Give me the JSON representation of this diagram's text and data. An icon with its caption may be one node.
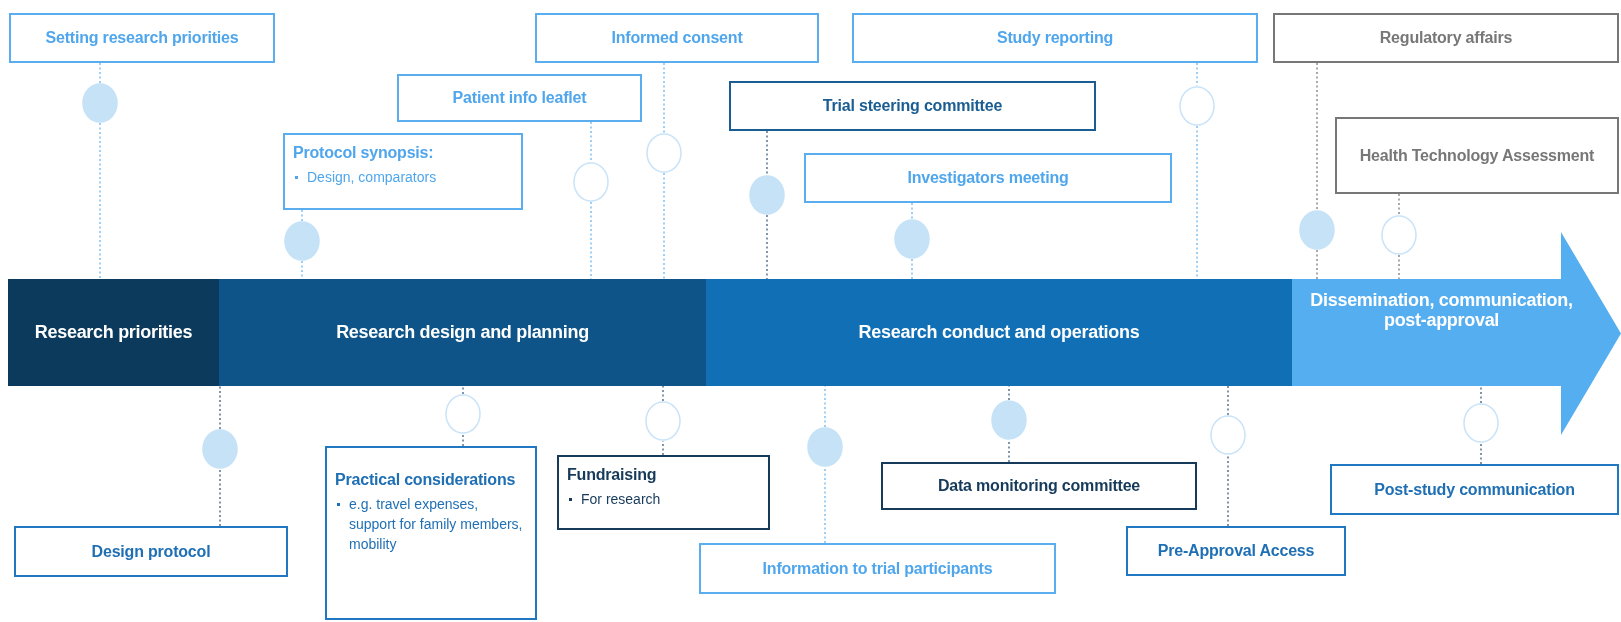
{
  "diagram": {
    "nodes": [
      {
        "text": [
          "Setting research priorities"
        ]
      },
      {
        "text": [],
        "shape": "circle"
      },
      {
        "text": [
          "Protocol synopsis:",
          "Design, comparators"
        ]
      },
      {
        "text": [],
        "shape": "circle"
      },
      {
        "text": [
          "Patient info leaflet"
        ]
      },
      {
        "text": [],
        "shape": "circle"
      },
      {
        "text": [
          "Informed consent"
        ]
      },
      {
        "text": [],
        "shape": "circle"
      },
      {
        "text": [
          "Trial steering committee"
        ]
      },
      {
        "text": [],
        "shape": "circle"
      },
      {
        "text": [
          "Investigators meeting"
        ]
      },
      {
        "text": [],
        "shape": "circle"
      },
      {
        "text": [
          "Study reporting"
        ]
      },
      {
        "text": [],
        "shape": "circle"
      },
      {
        "text": [
          "Regulatory affairs"
        ]
      },
      {
        "text": [],
        "shape": "circle"
      },
      {
        "text": [
          "Health Technology Assessment"
        ]
      },
      {
        "text": [],
        "shape": "circle"
      },
      {
        "text": [
          "Research priorities"
        ]
      },
      {
        "text": [
          "Research design and planning"
        ]
      },
      {
        "text": [
          "Research conduct and operations"
        ]
      },
      {
        "text": [
          "Dissemination, communication, post-approval"
        ]
      },
      {
        "text": [
          "Design protocol"
        ]
      },
      {
        "text": [],
        "shape": "circle"
      },
      {
        "text": [
          "Practical considerations",
          "e.g. travel expenses, support for family members, mobility"
        ]
      },
      {
        "text": [],
        "shape": "circle"
      },
      {
        "text": [
          "Fundraising",
          "For research"
        ]
      },
      {
        "text": [],
        "shape": "circle"
      },
      {
        "text": [
          "Information to trial participants"
        ]
      },
      {
        "text": [],
        "shape": "circle"
      },
      {
        "text": [
          "Data monitoring committee"
        ]
      },
      {
        "text": [],
        "shape": "circle"
      },
      {
        "text": [
          "Pre-Approval Access"
        ]
      },
      {
        "text": [],
        "shape": "circle"
      },
      {
        "text": [
          "Post-study communication"
        ]
      },
      {
        "text": [],
        "shape": "circle"
      }
    ],
    "edges": [
      {
        "from": 0,
        "to": 1,
        "arrow": "none"
      },
      {
        "from": 1,
        "to": 18,
        "arrow": "none"
      },
      {
        "from": 2,
        "to": 3,
        "arrow": "none"
      },
      {
        "from": 3,
        "to": 19,
        "arrow": "none"
      },
      {
        "from": 4,
        "to": 5,
        "arrow": "none"
      },
      {
        "from": 5,
        "to": 19,
        "arrow": "none"
      },
      {
        "from": 6,
        "to": 7,
        "arrow": "none"
      },
      {
        "from": 7,
        "to": 19,
        "arrow": "none"
      },
      {
        "from": 8,
        "to": 9,
        "arrow": "none",
        "color": "#3b5f82"
      },
      {
        "from": 9,
        "to": 20,
        "arrow": "none",
        "color": "#3b5f82"
      },
      {
        "from": 10,
        "to": 11,
        "arrow": "none"
      },
      {
        "from": 11,
        "to": 20,
        "arrow": "none"
      },
      {
        "from": 12,
        "to": 13,
        "arrow": "none"
      },
      {
        "from": 13,
        "to": 20,
        "arrow": "none"
      },
      {
        "from": 14,
        "to": 15,
        "arrow": "none",
        "color": "#7a7a7a"
      },
      {
        "from": 15,
        "to": 21,
        "arrow": "none",
        "color": "#7a7a7a"
      },
      {
        "from": 16,
        "to": 17,
        "arrow": "none",
        "color": "#7a7a7a"
      },
      {
        "from": 17,
        "to": 21,
        "arrow": "none",
        "color": "#7a7a7a"
      },
      {
        "from": 22,
        "to": 23,
        "arrow": "none",
        "color": "#3b5f82"
      },
      {
        "from": 23,
        "to": 19,
        "arrow": "none",
        "color": "#3b5f82"
      },
      {
        "from": 24,
        "to": 25,
        "arrow": "none",
        "color": "#3b5f82"
      },
      {
        "from": 25,
        "to": 19,
        "arrow": "none",
        "color": "#3b5f82"
      },
      {
        "from": 26,
        "to": 27,
        "arrow": "none",
        "color": "#3b5f82"
      },
      {
        "from": 27,
        "to": 19,
        "arrow": "none",
        "color": "#3b5f82"
      },
      {
        "from": 28,
        "to": 29,
        "arrow": "none"
      },
      {
        "from": 29,
        "to": 20,
        "arrow": "none"
      },
      {
        "from": 30,
        "to": 31,
        "arrow": "none",
        "color": "#3b5f82"
      },
      {
        "from": 31,
        "to": 20,
        "arrow": "none",
        "color": "#3b5f82"
      },
      {
        "from": 32,
        "to": 33,
        "arrow": "none",
        "color": "#3b5f82"
      },
      {
        "from": 33,
        "to": 20,
        "arrow": "none",
        "color": "#3b5f82"
      },
      {
        "from": 34,
        "to": 35,
        "arrow": "none",
        "color": "#3b5f82"
      },
      {
        "from": 35,
        "to": 21,
        "arrow": "none",
        "color": "#3b5f82"
      }
    ]
  }
}
